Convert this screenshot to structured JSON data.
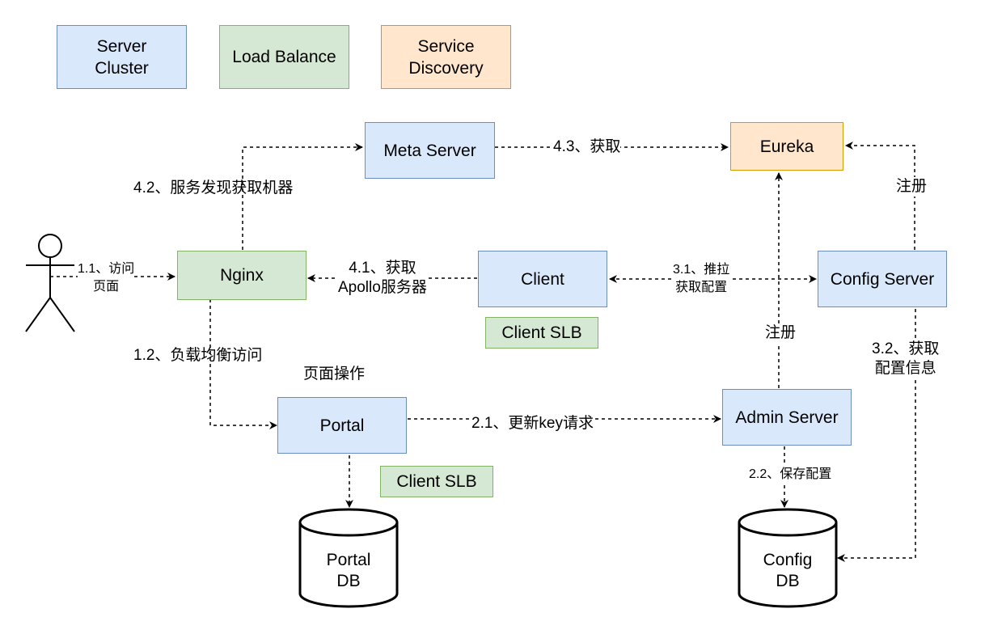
{
  "legend": {
    "server_cluster": "Server\nCluster",
    "load_balance": "Load Balance",
    "service_discovery": "Service\nDiscovery"
  },
  "nodes": {
    "meta_server": "Meta Server",
    "eureka": "Eureka",
    "nginx": "Nginx",
    "client": "Client",
    "config_server": "Config Server",
    "client_slb_1": "Client SLB",
    "portal": "Portal",
    "admin_server": "Admin Server",
    "client_slb_2": "Client SLB",
    "portal_db": "Portal\nDB",
    "config_db": "Config\nDB"
  },
  "edge_labels": {
    "e43": "4.3、获取",
    "e42": "4.2、服务发现获取机器",
    "register_config": "注册",
    "e11": "1.1、访问\n页面",
    "e41": "4.1、获取\nApollo服务器",
    "e31": "3.1、推拉\n获取配置",
    "register_admin": "注册",
    "e32": "3.2、获取\n配置信息",
    "e12": "1.2、负载均衡访问",
    "page_ops": "页面操作",
    "e21": "2.1、更新key请求",
    "e22": "2.2、保存配置"
  },
  "colors": {
    "server_cluster_fill": "#dae8fc",
    "server_cluster_stroke": "#6c8ebf",
    "load_balance_fill": "#d5e8d4",
    "load_balance_stroke": "#82b366",
    "service_discovery_fill": "#ffe6cc",
    "service_discovery_stroke": "#d79b00"
  }
}
